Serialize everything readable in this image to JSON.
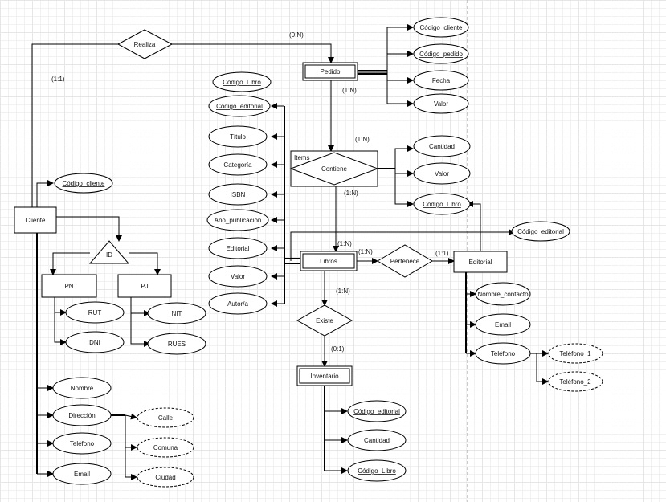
{
  "entities": {
    "pedido": "Pedido",
    "cliente": "Cliente",
    "libros": "Libros",
    "editorial": "Editorial",
    "inventario": "Inventario",
    "pn": "PN",
    "pj": "PJ",
    "items": "Items"
  },
  "relationships": {
    "realiza": "Realiza",
    "contiene": "Contiene",
    "pertenece": "Pertenece",
    "existe": "Existe",
    "id": "ID"
  },
  "attributes": {
    "pedido_codigo_cliente": "Código_cliente",
    "pedido_codigo_pedido": "Código_pedido",
    "pedido_fecha": "Fecha",
    "pedido_valor": "Valor",
    "items_cantidad": "Cantidad",
    "items_valor": "Valor",
    "items_codigo_libro": "Código_Libro",
    "libro_codigo_libro": "Código_Libro",
    "libro_codigo_editorial": "Código_editorial",
    "libro_titulo": "Título",
    "libro_categoria": "Categoría",
    "libro_isbn": "ISBN",
    "libro_anio": "Año_publicación",
    "libro_editorial": "Editorial",
    "libro_valor": "Valor",
    "libro_autor": "Autor/a",
    "cliente_codigo": "Código_cliente",
    "pn_rut": "RUT",
    "pn_dni": "DNI",
    "pj_nit": "NIT",
    "pj_rues": "RUES",
    "cliente_nombre": "Nombre",
    "cliente_direccion": "Dirección",
    "cliente_telefono": "Teléfono",
    "cliente_email": "Email",
    "dir_calle": "Calle",
    "dir_comuna": "Comuna",
    "dir_ciudad": "Ciudad",
    "editorial_codigo": "Código_editorial",
    "editorial_nombre_contacto": "Nombre_contacto",
    "editorial_email": "Email",
    "editorial_telefono": "Teléfono",
    "tel_1": "Teléfono_1",
    "tel_2": "Teléfono_2",
    "inv_codigo_editorial": "Código_editorial",
    "inv_cantidad": "Cantidad",
    "inv_codigo_libro": "Código_Libro"
  },
  "cardinalities": {
    "realiza_pedido": "(0:N)",
    "cliente_realiza": "(1:1)",
    "pedido_contiene": "(1:N)",
    "items_top": "(1:N)",
    "contiene_libros": "(1:N)",
    "libros_top": "(1:N)",
    "libros_pertenece": "(1:N)",
    "pertenece_editorial": "(1:1)",
    "libros_existe": "(1:N)",
    "existe_inventario": "(0:1)"
  }
}
